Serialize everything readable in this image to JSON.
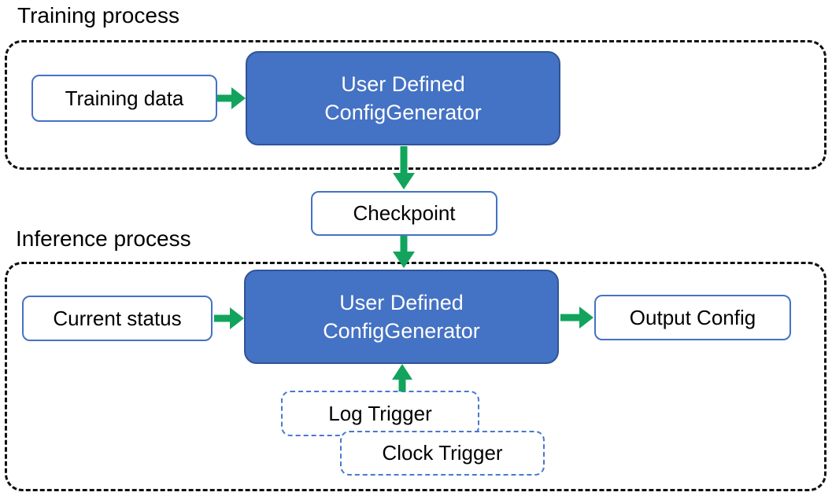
{
  "colors": {
    "node_blue_fill": "#4472C4",
    "node_blue_border": "#2F5597",
    "light_box_border": "#4472C4",
    "trigger_border": "#4878CC",
    "arrow_green": "#12a45c",
    "container_border": "#111111",
    "text_dark": "#000000",
    "text_light": "#FFFFFF"
  },
  "training": {
    "label": "Training process",
    "input_box": "Training data",
    "generator_line1": "User Defined",
    "generator_line2": "ConfigGenerator"
  },
  "checkpoint": {
    "label": "Checkpoint"
  },
  "inference": {
    "label": "Inference process",
    "input_box": "Current status",
    "generator_line1": "User Defined",
    "generator_line2": "ConfigGenerator",
    "output_box": "Output Config",
    "log_trigger": "Log Trigger",
    "clock_trigger": "Clock Trigger"
  },
  "arrows": [
    {
      "name": "training-data-to-generator",
      "direction": "right"
    },
    {
      "name": "generator-to-checkpoint",
      "direction": "down"
    },
    {
      "name": "checkpoint-to-inference-generator",
      "direction": "down"
    },
    {
      "name": "current-status-to-generator",
      "direction": "right"
    },
    {
      "name": "generator-to-output-config",
      "direction": "right"
    },
    {
      "name": "triggers-to-generator",
      "direction": "up"
    }
  ]
}
